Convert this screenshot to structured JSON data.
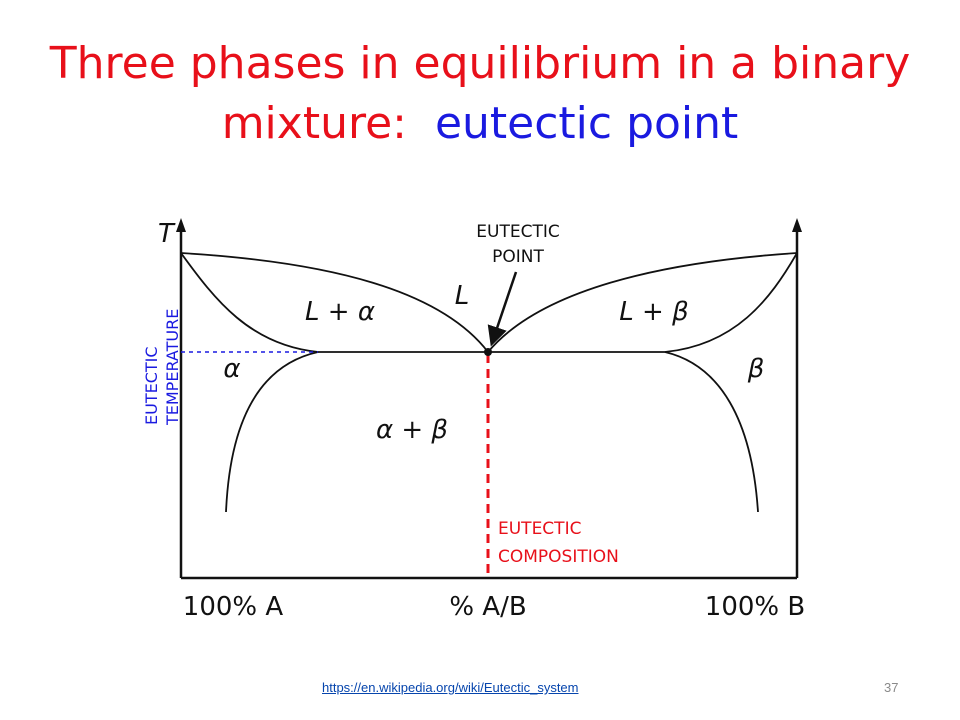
{
  "slide": {
    "title_part1": "Three phases in equilibrium in a binary",
    "title_part2": "mixture:",
    "title_highlight": "eutectic point",
    "title_color": "#e8101a",
    "highlight_color": "#1a1ae0",
    "source_url": "https://en.wikipedia.org/wiki/Eutectic_system",
    "page_number": "37"
  },
  "diagram": {
    "axis_label_t": "T",
    "x_label_left": "100% A",
    "x_label_center": "% A/B",
    "x_label_right": "100% B",
    "eutectic_point_line1": "EUTECTIC",
    "eutectic_point_line2": "POINT",
    "eutectic_temp_line1": "EUTECTIC",
    "eutectic_temp_line2": "TEMPERATURE",
    "eutectic_comp_line1": "EUTECTIC",
    "eutectic_comp_line2": "COMPOSITION",
    "region_liquid": "L",
    "region_l_alpha": "L + α",
    "region_l_beta": "L + β",
    "region_alpha": "α",
    "region_beta": "β",
    "region_alpha_beta": "α + β",
    "line_color": "#111111",
    "eutectic_temp_color": "#1a1ae0",
    "eutectic_comp_color": "#e8101a"
  }
}
